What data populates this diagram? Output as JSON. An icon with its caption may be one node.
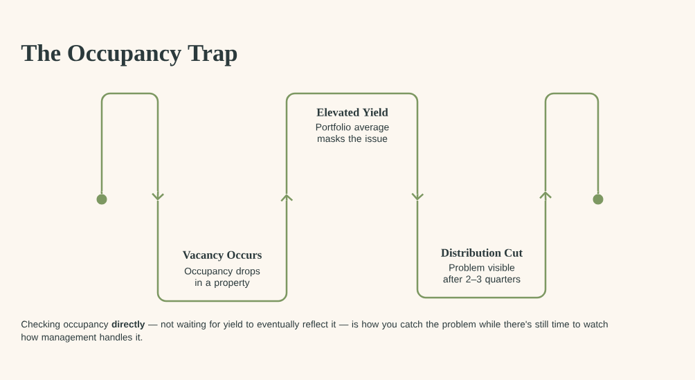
{
  "diagram": {
    "title": "The Occupancy Trap",
    "caption": "Checking occupancy **directly** — not waiting for yield to eventually reflect it — is how you catch the problem while there's still time to watch how management handles it.",
    "nodes": [
      {
        "text": [],
        "shape": "circle"
      },
      {
        "text": [],
        "shape": "box"
      },
      {
        "text": [
          "Vacancy Occurs",
          "Occupancy drops in a property"
        ]
      },
      {
        "text": [
          "Elevated Yield",
          "Portfolio average masks the issue"
        ]
      },
      {
        "text": [
          "Distribution Cut",
          "Problem visible after 2–3 quarters"
        ]
      },
      {
        "text": [],
        "shape": "box"
      },
      {
        "text": [],
        "shape": "circle"
      }
    ],
    "edges": [
      {
        "from": 0,
        "to": 1,
        "arrow": "none"
      },
      {
        "from": 1,
        "to": 2,
        "arrow": "to"
      },
      {
        "from": 2,
        "to": 3,
        "arrow": "to"
      },
      {
        "from": 3,
        "to": 4,
        "arrow": "to"
      },
      {
        "from": 4,
        "to": 5,
        "arrow": "to"
      },
      {
        "from": 5,
        "to": 6,
        "arrow": "none"
      }
    ]
  }
}
